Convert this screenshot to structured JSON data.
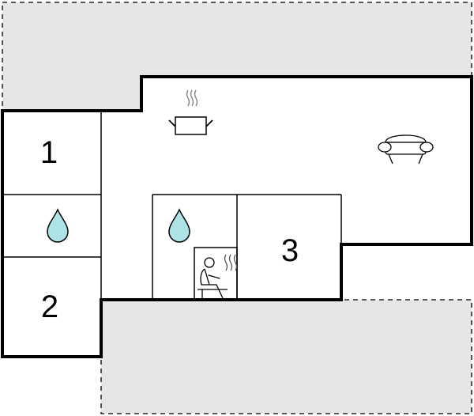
{
  "colors": {
    "exterior_area": "#e6e6e6",
    "wall": "#000000",
    "water_icon_fill": "#aee3e6",
    "icon_stroke": "#000000",
    "steam_stroke": "#888888"
  },
  "rooms": [
    {
      "number": "1",
      "type": "bedroom"
    },
    {
      "number": "2",
      "type": "bedroom"
    },
    {
      "number": "3",
      "type": "bedroom"
    }
  ],
  "icons": {
    "bathroom_left": "water-drop-icon",
    "bathroom_right": "water-drop-icon",
    "sauna": "sauna-icon",
    "kitchen": "cooking-pot-icon",
    "living_room": "sofa-icon"
  }
}
